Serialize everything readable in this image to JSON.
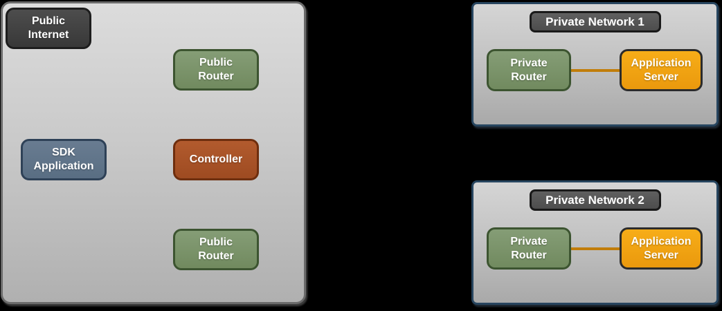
{
  "diagram": {
    "public_zone": {
      "nodes": {
        "public_internet": "Public\nInternet",
        "public_router_top": "Public\nRouter",
        "sdk_application": "SDK\nApplication",
        "controller": "Controller",
        "public_router_bottom": "Public\nRouter"
      }
    },
    "private_networks": [
      {
        "title": "Private Network 1",
        "nodes": {
          "private_router": "Private\nRouter",
          "application_server": "Application\nServer"
        }
      },
      {
        "title": "Private Network 2",
        "nodes": {
          "private_router": "Private\nRouter",
          "application_server": "Application\nServer"
        }
      }
    ],
    "colors": {
      "canvas_background": "#000000",
      "public_panel_border": "#6b6b6b",
      "private_panel_border": "#27455f",
      "node_dark_fill": "#424242",
      "node_green_fill": "#7b946b",
      "node_green_border": "#3c5430",
      "node_slate_fill": "#60758a",
      "node_slate_border": "#2e4157",
      "node_rust_fill": "#a85328",
      "node_rust_border": "#6e2e0e",
      "node_orange_fill": "#f2a313",
      "node_orange_border": "#2b2b2b",
      "network_title_fill": "#575757",
      "link_color": "#c17d0a"
    }
  }
}
